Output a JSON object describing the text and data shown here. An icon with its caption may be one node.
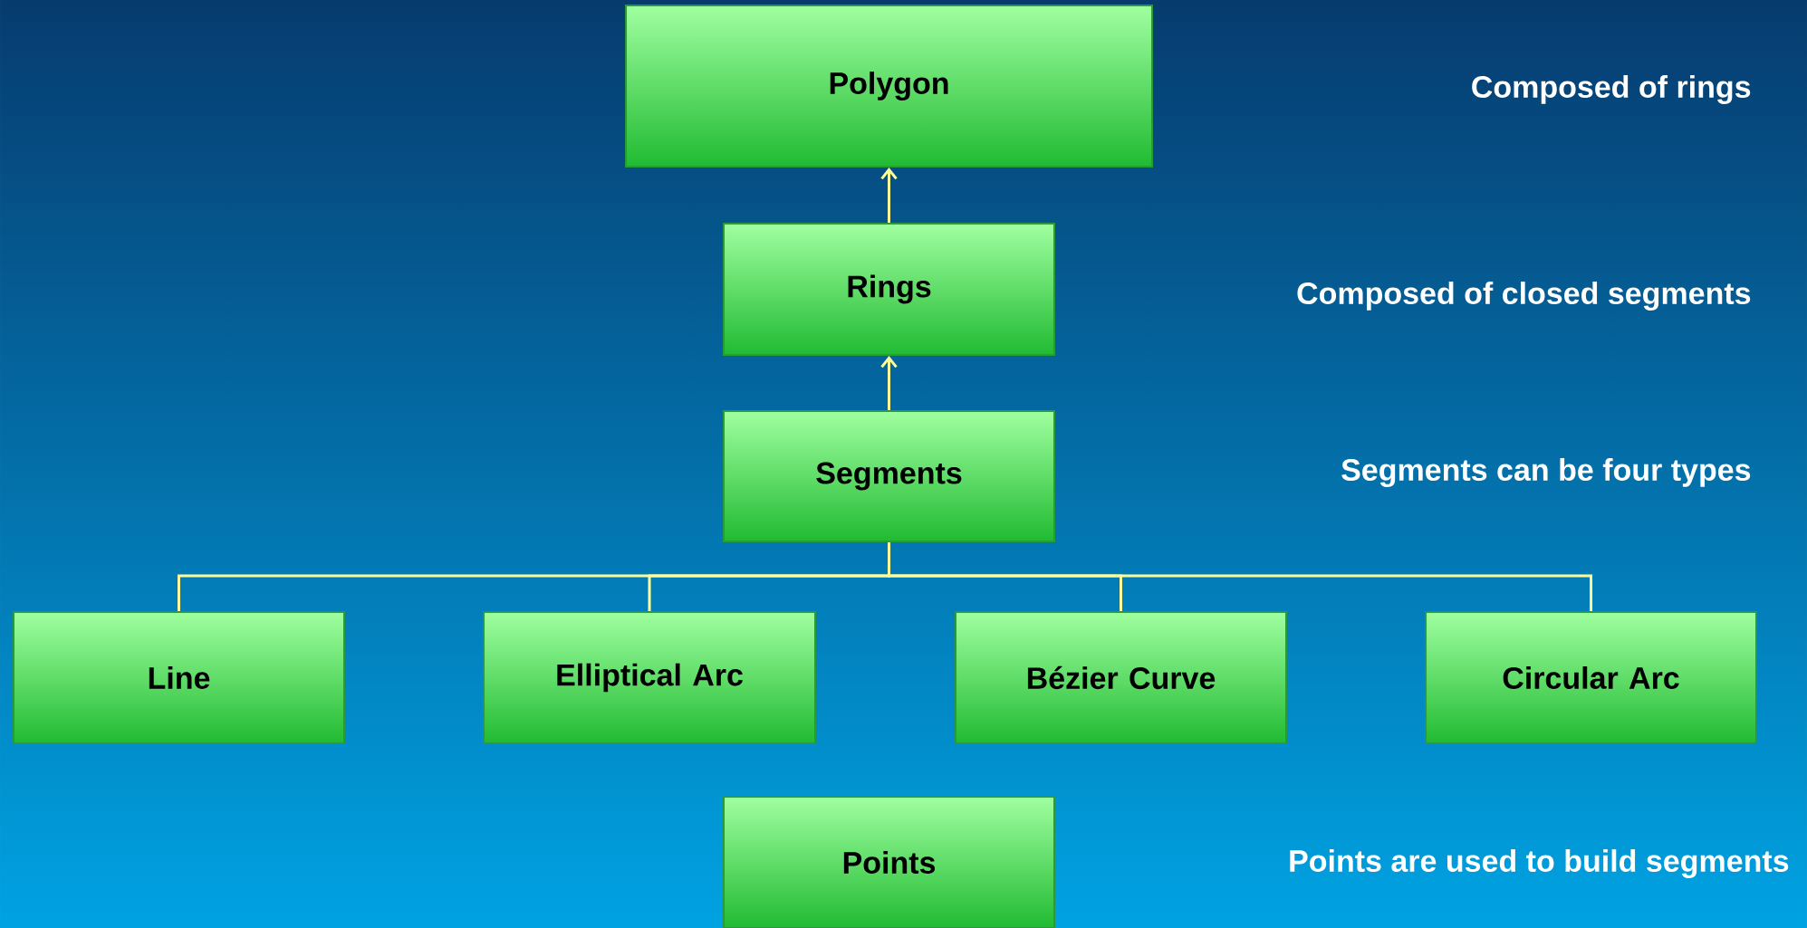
{
  "diagram": {
    "nodes": [
      {
        "text": [
          "Polygon"
        ]
      },
      {
        "text": [
          "Rings"
        ]
      },
      {
        "text": [
          "Segments"
        ]
      },
      {
        "text": [
          "Line"
        ]
      },
      {
        "text": [
          "Elliptical Arc"
        ]
      },
      {
        "text": [
          "Bézier Curve"
        ]
      },
      {
        "text": [
          "Circular Arc"
        ]
      },
      {
        "text": [
          "Points"
        ]
      }
    ],
    "edges": [
      {
        "from": 1,
        "to": 0,
        "arrow": "to"
      },
      {
        "from": 2,
        "to": 1,
        "arrow": "to"
      },
      {
        "from": 2,
        "to": 3,
        "arrow": "none"
      },
      {
        "from": 2,
        "to": 4,
        "arrow": "none"
      },
      {
        "from": 2,
        "to": 5,
        "arrow": "none"
      },
      {
        "from": 2,
        "to": 6,
        "arrow": "none"
      }
    ],
    "labels": [
      "Composed of rings",
      "Composed of closed segments",
      "Segments can be four types",
      "Points are used to build segments"
    ]
  }
}
